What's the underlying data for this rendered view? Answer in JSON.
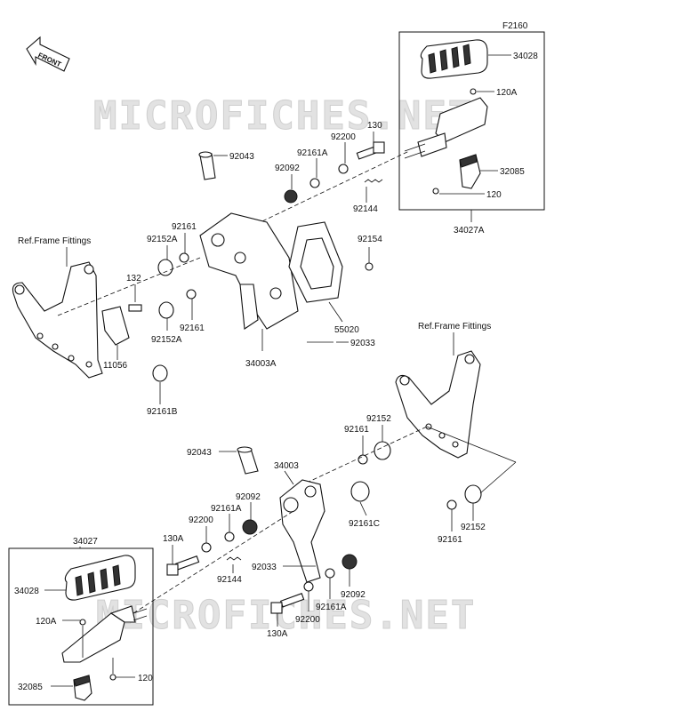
{
  "figure_code": "F2160",
  "watermark": "MICROFICHES.NET",
  "front_label": "FRONT",
  "ref_frame_fittings": "Ref.Frame Fittings",
  "labels": {
    "p34028_top": "34028",
    "p120A_top": "120A",
    "p130": "130",
    "p92200_top": "92200",
    "p32085_top": "32085",
    "p120_top": "120",
    "p34027A": "34027A",
    "p92043_top": "92043",
    "p92092_top": "92092",
    "p92161A_top": "92161A",
    "p92144_top": "92144",
    "p92161_a": "92161",
    "p92152A_a": "92152A",
    "p92154": "92154",
    "p132": "132",
    "p55020": "55020",
    "p92152A_b": "92152A",
    "p92161_b": "92161",
    "p92033_top": "92033",
    "p11056": "11056",
    "p34003A": "34003A",
    "p92161B": "92161B",
    "p92152_a": "92152",
    "p92161_c": "92161",
    "p92043_bot": "92043",
    "p34003": "34003",
    "p92092_b": "92092",
    "p92161A_b": "92161A",
    "p92200_b": "92200",
    "p130A_a": "130A",
    "p92161C": "92161C",
    "p92161_d": "92161",
    "p92152_b": "92152",
    "p92033_bot": "92033",
    "p92144_bot": "92144",
    "p34027": "34027",
    "p34028_bot": "34028",
    "p120A_bot": "120A",
    "p92092_c": "92092",
    "p92161A_c": "92161A",
    "p92200_c": "92200",
    "p130A_b": "130A",
    "p32085_bot": "32085",
    "p120_bot": "120"
  }
}
